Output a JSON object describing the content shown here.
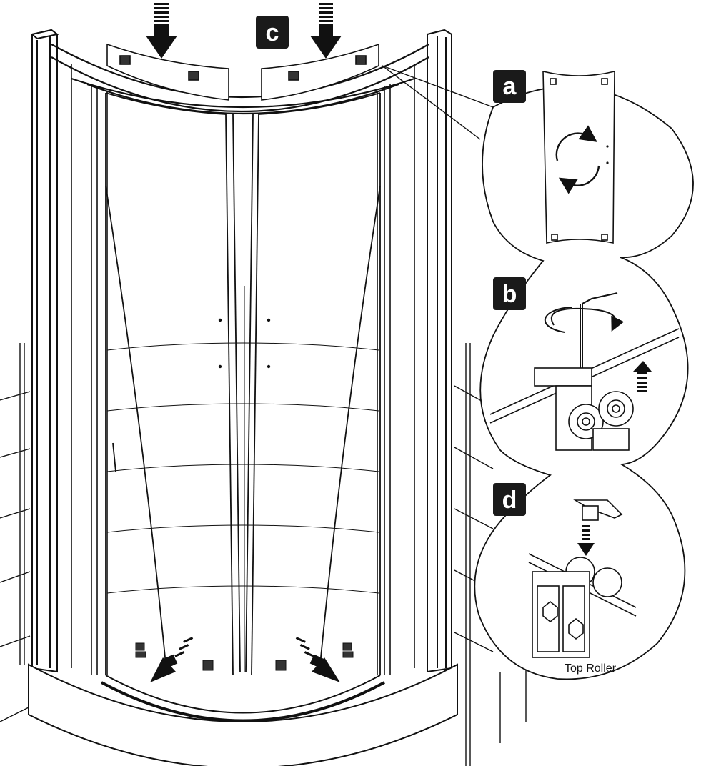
{
  "labels": {
    "a": "a",
    "b": "b",
    "c": "c",
    "d": "d"
  },
  "detail_d_caption": "Top Roller",
  "icons": {
    "step_a": "rotate-arrows-icon",
    "step_b": "hex-key-turn-icon",
    "step_c": "down-arrow-icon",
    "step_d": "clip-insert-icon"
  },
  "colors": {
    "line": "#111111",
    "label_bg": "#1a1a1a",
    "label_text": "#ffffff",
    "background": "#ffffff"
  }
}
